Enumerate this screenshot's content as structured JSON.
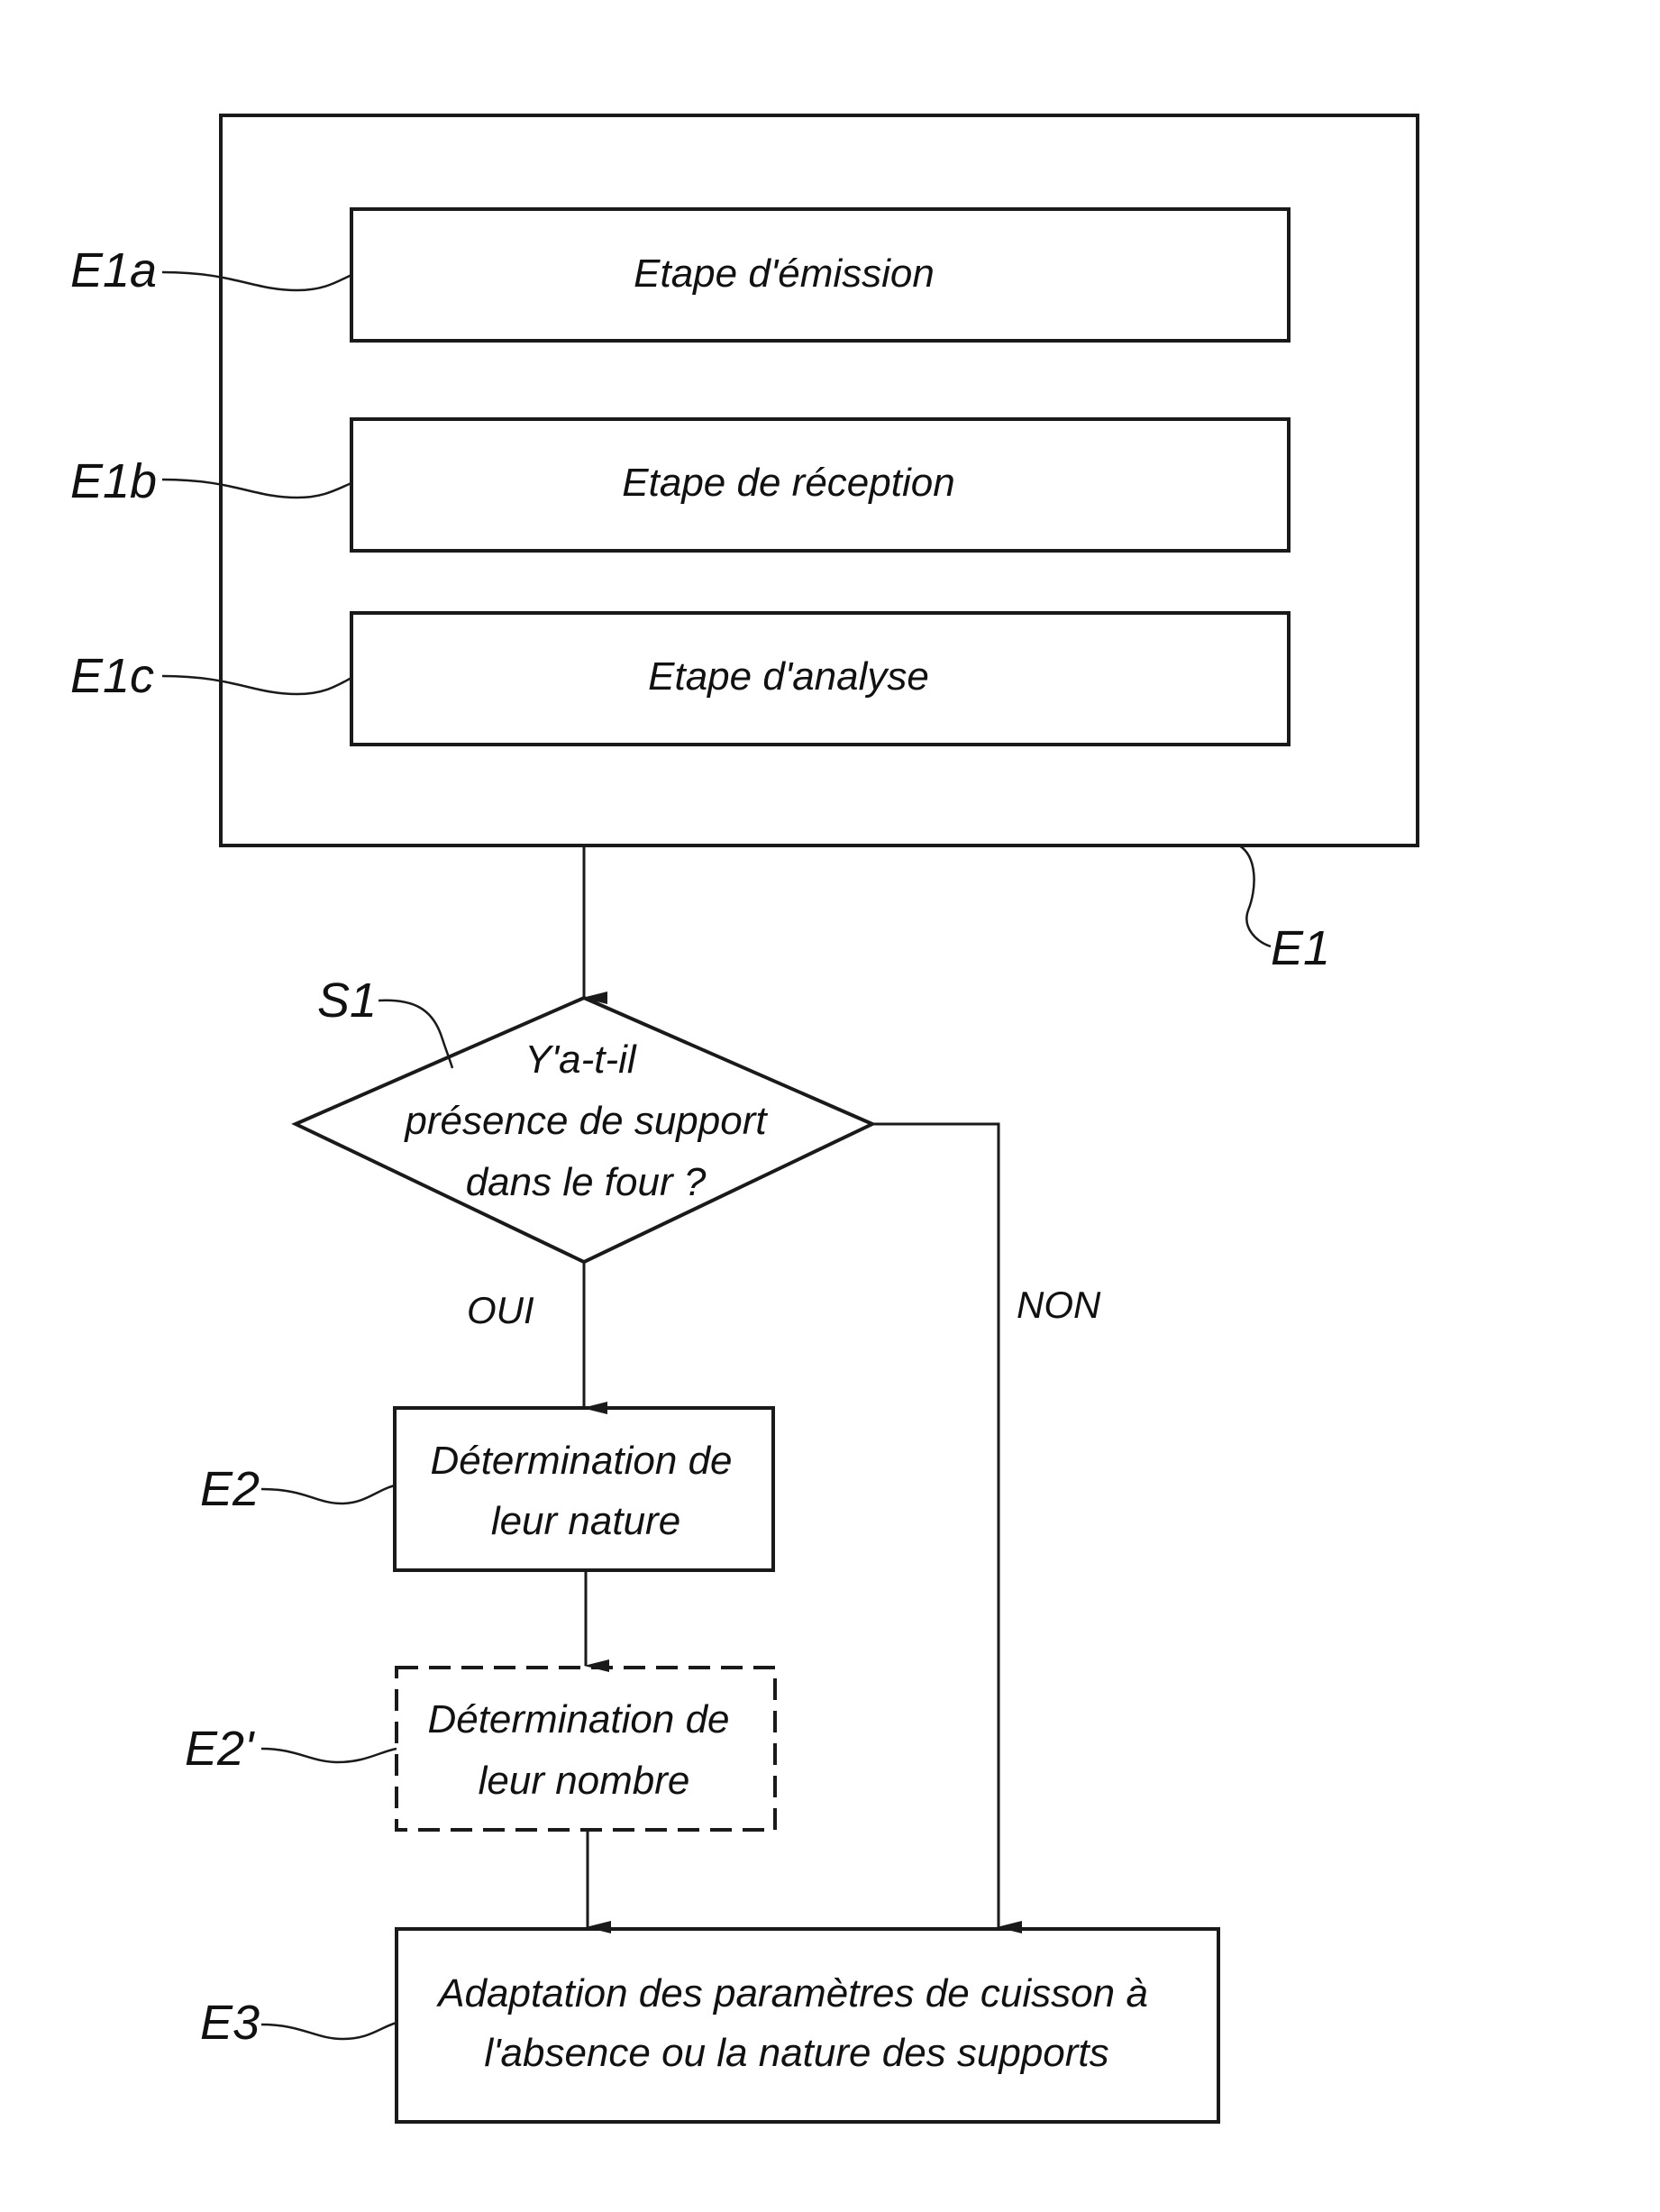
{
  "diagram": {
    "outer_label": "E1",
    "substeps": [
      {
        "ref": "E1a",
        "text": "Etape d'émission"
      },
      {
        "ref": "E1b",
        "text": "Etape de réception"
      },
      {
        "ref": "E1c",
        "text": "Etape d'analyse"
      }
    ],
    "decision": {
      "ref": "S1",
      "lines": [
        "Y'a-t-il",
        "présence de support",
        "dans le four ?"
      ],
      "yes_label": "OUI",
      "no_label": "NON"
    },
    "e2": {
      "ref": "E2",
      "lines": [
        "Détermination de",
        "leur nature"
      ]
    },
    "e2prime": {
      "ref": "E2'",
      "lines": [
        "Détermination de",
        "leur nombre"
      ]
    },
    "e3": {
      "ref": "E3",
      "lines": [
        "Adaptation des paramètres de cuisson à",
        "l'absence ou la nature des supports"
      ]
    }
  }
}
